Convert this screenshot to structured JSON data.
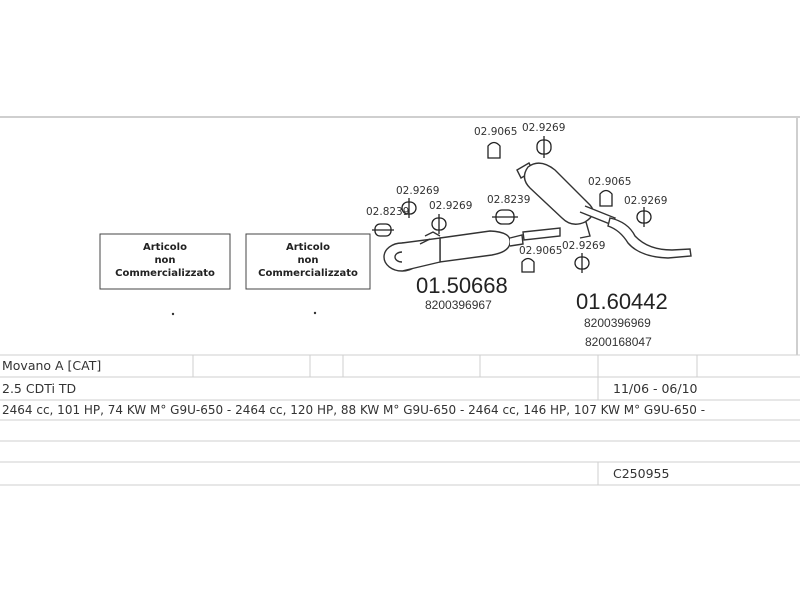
{
  "not_sold_boxes": [
    {
      "line1": "Articolo",
      "line2": "non",
      "line3": "Commercializzato"
    },
    {
      "line1": "Articolo",
      "line2": "non",
      "line3": "Commercializzato"
    }
  ],
  "middle_section": {
    "part_number": "01.50668",
    "oem": "8200396967",
    "clamps": [
      "02.8239",
      "02.9269",
      "02.9269",
      "02.8239",
      "02.9065"
    ]
  },
  "rear_section": {
    "part_number": "01.60442",
    "oem_1": "8200396969",
    "oem_2": "8200168047",
    "clamps": [
      "02.9065",
      "02.9269",
      "02.9065",
      "02.9269",
      "02.9269"
    ]
  },
  "table": {
    "model": "Movano A  [CAT]",
    "engine": "2.5 CDTi TD",
    "years": "11/06 - 06/10",
    "specs": "2464 cc, 101 HP, 74 KW M° G9U-650 - 2464 cc, 120 HP, 88 KW M° G9U-650 - 2464 cc, 146 HP, 107 KW M° G9U-650 -",
    "code": "C250955"
  }
}
